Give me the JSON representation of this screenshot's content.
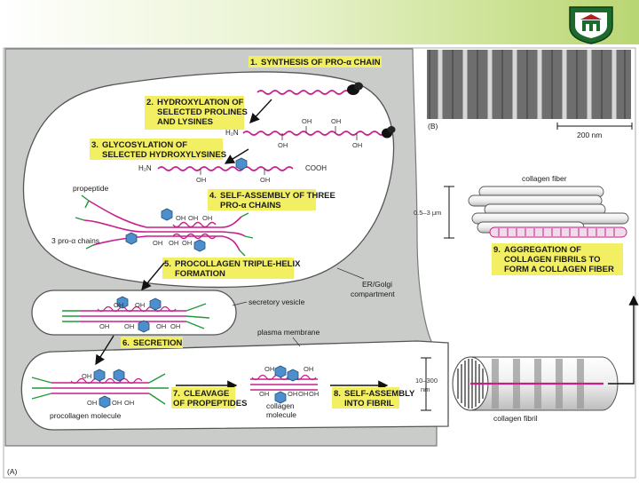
{
  "figure": {
    "steps": {
      "s1_num": "1.",
      "s1": "SYNTHESIS OF PRO-α CHAIN",
      "s2_num": "2.",
      "s2a": "HYDROXYLATION OF",
      "s2b": "SELECTED PROLINES",
      "s2c": "AND LYSINES",
      "s3_num": "3.",
      "s3a": "GLYCOSYLATION OF",
      "s3b": "SELECTED HYDROXYLYSINES",
      "s4_num": "4.",
      "s4a": "SELF-ASSEMBLY OF THREE",
      "s4b": "PRO-α CHAINS",
      "s5_num": "5.",
      "s5a": "PROCOLLAGEN TRIPLE-HELIX",
      "s5b": "FORMATION",
      "s6_num": "6.",
      "s6": "SECRETION",
      "s7_num": "7.",
      "s7a": "CLEAVAGE",
      "s7b": "OF PROPEPTIDES",
      "s8_num": "8.",
      "s8a": "SELF-ASSEMBLY",
      "s8b": "INTO FIBRIL",
      "s9_num": "9.",
      "s9a": "AGGREGATION OF",
      "s9b": "COLLAGEN FIBRILS TO",
      "s9c": "FORM A COLLAGEN FIBER"
    },
    "labels": {
      "h2n_1": "H₂N",
      "h2n_2": "H₂N",
      "cooh": "COOH",
      "oh": "OH",
      "propeptide": "propeptide",
      "three_chains": "3 pro-α chains",
      "secretory_vesicle": "secretory vesicle",
      "er_golgi_a": "ER/Golgi",
      "er_golgi_b": "compartment",
      "plasma_membrane": "plasma membrane",
      "procollagen_molecule": "procollagen molecule",
      "collagen_molecule_a": "collagen",
      "collagen_molecule_b": "molecule",
      "fibril_dim_a": "10–300",
      "fibril_dim_b": "nm",
      "collagen_fibril": "collagen fibril",
      "collagen_fiber": "collagen fiber",
      "fiber_dim": "0.5–3 μm",
      "micrograph_label": "(B)",
      "scale_bar": "200 nm",
      "panel_a": "(A)"
    },
    "colors": {
      "cell": "#c9ccc9",
      "chain": "#c81e8c",
      "propeptide": "#1f9a3a",
      "sugar": "#4d8fcc",
      "highlight": "#f2ef62"
    }
  }
}
